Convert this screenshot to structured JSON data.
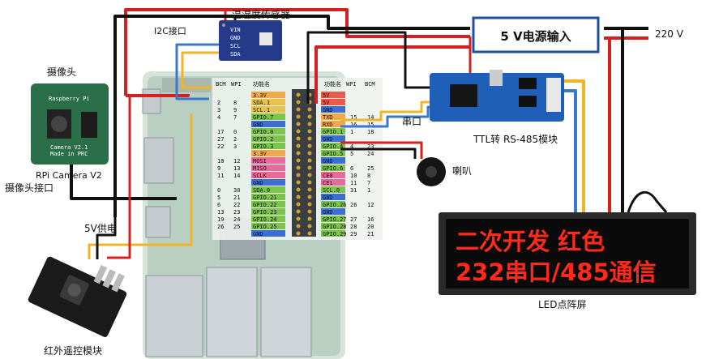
{
  "labels": {
    "sensor": "温湿度传感器",
    "i2c": "I2C接口",
    "camera": "摄像头",
    "cam_iface": "摄像头接口",
    "power_5v": "5V供电",
    "ir_module": "红外遥控模块",
    "power_in": "5 V电源输入",
    "mains": "220 V",
    "serial": "串口",
    "ttl485": "TTL转 RS-485模块",
    "speaker": "喇叭",
    "led_screen": "LED点阵屏"
  },
  "sensor_pins": [
    "VIN",
    "GND",
    "SCL",
    "SDA"
  ],
  "camera_board": {
    "brand": "Raspberry Pi",
    "model": "Camera V2.1",
    "made": "Made in PRC",
    "caption": "RPi Camera V2"
  },
  "header_titles": {
    "left_bcm": "BCM",
    "left_wpi": "WPI",
    "left_func": "功能名",
    "right_func": "功能名",
    "right_wpi": "WPI",
    "right_bcm": "BCM"
  },
  "gpio_left": [
    {
      "func": "3.3V",
      "wpi": "",
      "bcm": "",
      "color": "#f0a84a"
    },
    {
      "func": "SDA.1",
      "wpi": "8",
      "bcm": "2",
      "color": "#e8c24a"
    },
    {
      "func": "SCL.1",
      "wpi": "9",
      "bcm": "3",
      "color": "#e8c24a"
    },
    {
      "func": "GPIO.7",
      "wpi": "7",
      "bcm": "4",
      "color": "#7cc44a"
    },
    {
      "func": "GND",
      "wpi": "",
      "bcm": "",
      "color": "#3b6fd1"
    },
    {
      "func": "GPIO.0",
      "wpi": "0",
      "bcm": "17",
      "color": "#7cc44a"
    },
    {
      "func": "GPIO.2",
      "wpi": "2",
      "bcm": "27",
      "color": "#7cc44a"
    },
    {
      "func": "GPIO.3",
      "wpi": "3",
      "bcm": "22",
      "color": "#7cc44a"
    },
    {
      "func": "3.3V",
      "wpi": "",
      "bcm": "",
      "color": "#f0a84a"
    },
    {
      "func": "MOSI",
      "wpi": "12",
      "bcm": "10",
      "color": "#e86a9a"
    },
    {
      "func": "MISO",
      "wpi": "13",
      "bcm": "9",
      "color": "#e86a9a"
    },
    {
      "func": "SCLK",
      "wpi": "14",
      "bcm": "11",
      "color": "#e86a9a"
    },
    {
      "func": "GND",
      "wpi": "",
      "bcm": "",
      "color": "#3b6fd1"
    },
    {
      "func": "SDA.0",
      "wpi": "30",
      "bcm": "0",
      "color": "#7cc44a"
    },
    {
      "func": "GPIO.21",
      "wpi": "21",
      "bcm": "5",
      "color": "#7cc44a"
    },
    {
      "func": "GPIO.22",
      "wpi": "22",
      "bcm": "6",
      "color": "#7cc44a"
    },
    {
      "func": "GPIO.23",
      "wpi": "23",
      "bcm": "13",
      "color": "#7cc44a"
    },
    {
      "func": "GPIO.24",
      "wpi": "24",
      "bcm": "19",
      "color": "#7cc44a"
    },
    {
      "func": "GPIO.25",
      "wpi": "25",
      "bcm": "26",
      "color": "#7cc44a"
    },
    {
      "func": "GND",
      "wpi": "",
      "bcm": "",
      "color": "#3b6fd1"
    }
  ],
  "gpio_right": [
    {
      "func": "5V",
      "wpi": "",
      "bcm": "",
      "color": "#e85a4a"
    },
    {
      "func": "5V",
      "wpi": "",
      "bcm": "",
      "color": "#e85a4a"
    },
    {
      "func": "GND",
      "wpi": "",
      "bcm": "",
      "color": "#3b6fd1"
    },
    {
      "func": "TXD",
      "wpi": "15",
      "bcm": "14",
      "color": "#f0a84a"
    },
    {
      "func": "RXD",
      "wpi": "16",
      "bcm": "15",
      "color": "#f0a84a"
    },
    {
      "func": "GPIO.1",
      "wpi": "1",
      "bcm": "18",
      "color": "#7cc44a"
    },
    {
      "func": "GND",
      "wpi": "",
      "bcm": "",
      "color": "#3b6fd1"
    },
    {
      "func": "GPIO.4",
      "wpi": "4",
      "bcm": "23",
      "color": "#7cc44a"
    },
    {
      "func": "GPIO.5",
      "wpi": "5",
      "bcm": "24",
      "color": "#7cc44a"
    },
    {
      "func": "GND",
      "wpi": "",
      "bcm": "",
      "color": "#3b6fd1"
    },
    {
      "func": "GPIO.6",
      "wpi": "6",
      "bcm": "25",
      "color": "#7cc44a"
    },
    {
      "func": "CE0",
      "wpi": "10",
      "bcm": "8",
      "color": "#e86a9a"
    },
    {
      "func": "CE1",
      "wpi": "11",
      "bcm": "7",
      "color": "#e86a9a"
    },
    {
      "func": "SCL.0",
      "wpi": "31",
      "bcm": "1",
      "color": "#7cc44a"
    },
    {
      "func": "GND",
      "wpi": "",
      "bcm": "",
      "color": "#3b6fd1"
    },
    {
      "func": "GPIO.26",
      "wpi": "26",
      "bcm": "12",
      "color": "#7cc44a"
    },
    {
      "func": "GND",
      "wpi": "",
      "bcm": "",
      "color": "#3b6fd1"
    },
    {
      "func": "GPIO.27",
      "wpi": "27",
      "bcm": "16",
      "color": "#7cc44a"
    },
    {
      "func": "GPIO.28",
      "wpi": "28",
      "bcm": "20",
      "color": "#7cc44a"
    },
    {
      "func": "GPIO.29",
      "wpi": "29",
      "bcm": "21",
      "color": "#7cc44a"
    }
  ],
  "led_display": {
    "line1": "二次开发 红色",
    "line2": "232串口/485通信"
  },
  "colors": {
    "wire_red": "#d42020",
    "wire_black": "#111111",
    "wire_blue": "#3a78c8",
    "wire_yellow": "#f0b428",
    "board_green": "#2e7d4f",
    "led_red": "#ff2a1a",
    "power_box_border": "#1f4fa0"
  }
}
